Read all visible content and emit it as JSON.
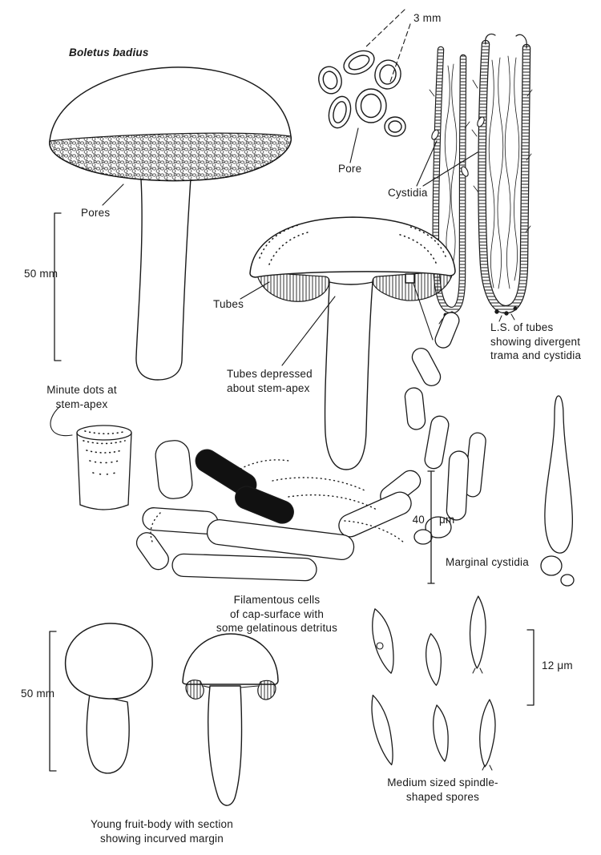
{
  "figure": {
    "species_title": "Boletus badius",
    "labels": {
      "pores": "Pores",
      "pore": "Pore",
      "cystidia": "Cystidia",
      "tubes": "Tubes",
      "tubes_depressed": "Tubes depressed\nabout stem-apex",
      "ls_tubes": "L.S. of tubes\nshowing divergent\ntrama and cystidia",
      "minute_dots": "Minute dots at\nstem-apex",
      "marginal_cystidia": "Marginal cystidia",
      "filamentous_cells": "Filamentous cells\nof cap-surface with\nsome gelatinous detritus",
      "spores": "Medium sized spindle-\nshaped spores",
      "young_fruit_body": "Young fruit-body with section\nshowing incurved margin"
    },
    "scales": {
      "top_left": "50 mm",
      "bottom_left": "50 mm",
      "pore_cluster": "3 mm",
      "cystidia_value": "40",
      "cystidia_unit": "μm",
      "spores": "12 μm"
    },
    "ink_color": "#1a1a1a",
    "paper_color": "#ffffff"
  }
}
